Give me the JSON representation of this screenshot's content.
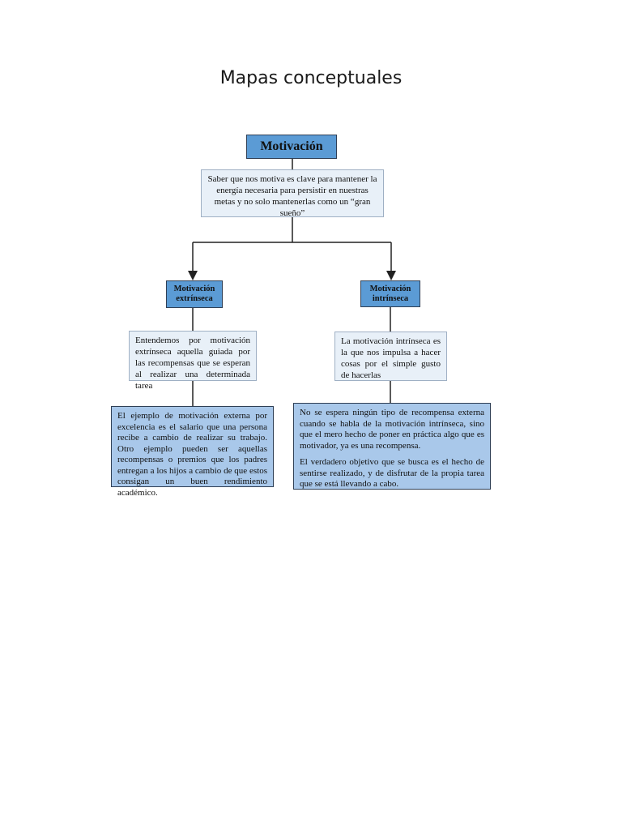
{
  "page": {
    "title": "Mapas conceptuales"
  },
  "diagram": {
    "root": {
      "title": "Motivación",
      "description": "Saber que nos motiva es clave para mantener la energía necesaria para persistir en nuestras metas y no solo mantenerlas como un “gran sueño”"
    },
    "left": {
      "title": "Motivación extrínseca",
      "definition": "Entendemos por motivación extrínseca aquella guiada por las recompensas que se esperan al realizar una determinada tarea",
      "example": "El ejemplo de motivación externa por excelencia es el salario que una persona recibe a cambio de realizar su trabajo. Otro ejemplo pueden ser aquellas recompensas o premios que los padres entregan a los hijos a cambio de que estos consigan un buen rendimiento académico."
    },
    "right": {
      "title": "Motivación intrínseca",
      "definition": "La motivación intrínseca es la que nos impulsa a hacer cosas por el simple gusto de hacerlas",
      "example_p1": "No se espera ningún tipo de recompensa externa cuando se habla de la motivación intrínseca, sino que el mero hecho de poner en práctica algo que es motivador, ya es una recompensa.",
      "example_p2": "El verdadero objetivo que se busca es el hecho de sentirse realizado, y de disfrutar de la propia tarea que se está llevando a cabo."
    },
    "colors": {
      "node_dark": "#5b9bd5",
      "node_light": "#e8f0f8",
      "node_blue": "#a9c8ea",
      "line": "#222222"
    }
  }
}
